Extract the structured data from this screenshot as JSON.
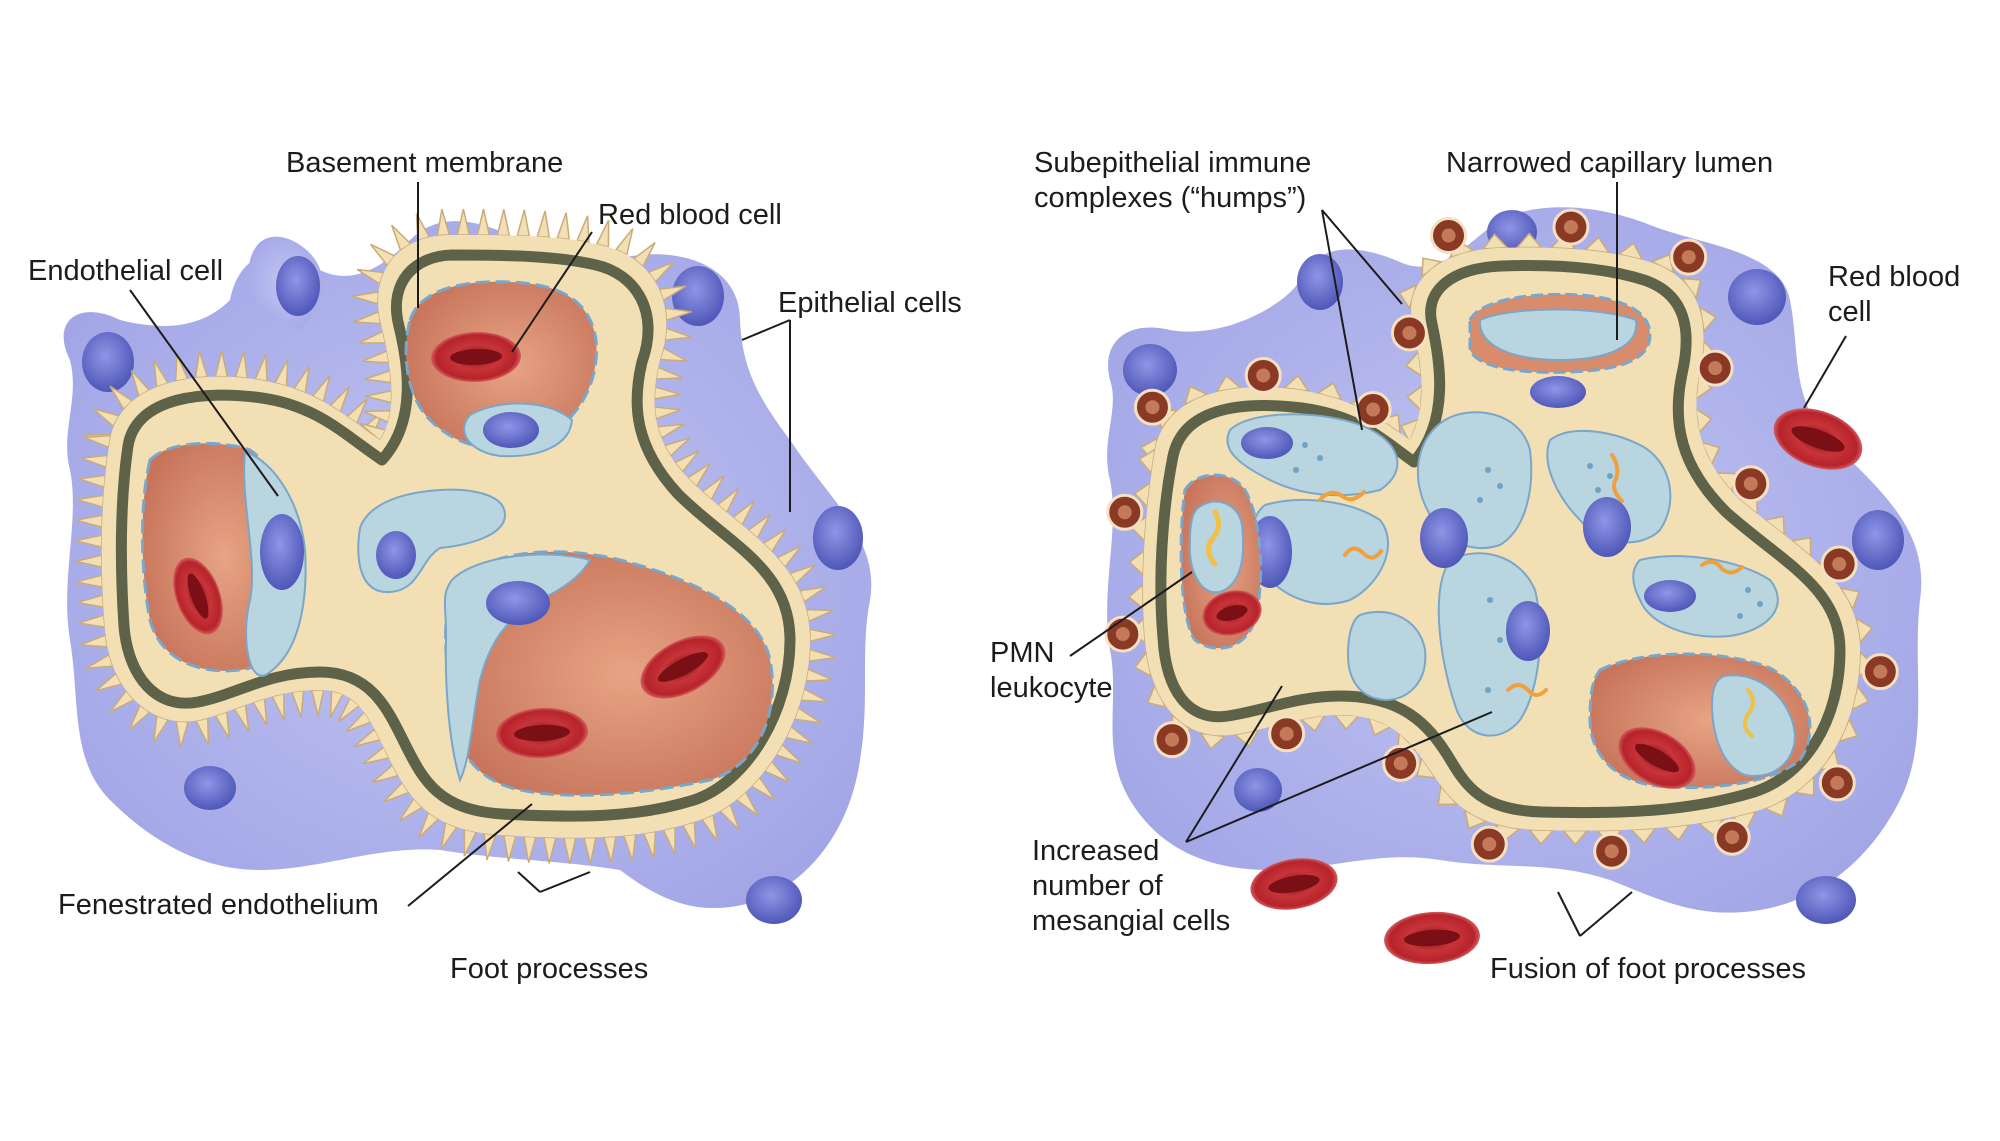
{
  "left_panel": {
    "labels": {
      "basement_membrane": "Basement membrane",
      "red_blood_cell": "Red blood cell",
      "endothelial_cell": "Endothelial cell",
      "epithelial_cells": "Epithelial cells",
      "fenestrated_endothelium": "Fenestrated endothelium",
      "foot_processes": "Foot processes"
    }
  },
  "right_panel": {
    "labels": {
      "subepithelial_line1": "Subepithelial immune",
      "subepithelial_line2": "complexes (“humps”)",
      "narrowed_lumen": "Narrowed capillary lumen",
      "rbc_line1": "Red blood",
      "rbc_line2": "cell",
      "pmn_line1": "PMN",
      "pmn_line2": "leukocyte",
      "mesangial_line1": "Increased",
      "mesangial_line2": "number of",
      "mesangial_line3": "mesangial cells",
      "fusion": "Fusion of foot processes"
    }
  },
  "colors": {
    "epithelium": "#aeb2ea",
    "nucleus": "#6a72cf",
    "basement_membrane": "#5e6248",
    "matrix": "#f3dfb4",
    "lumen": "#d98c6c",
    "endothelium": "#b9d5e0",
    "red_cell": "#b2262a",
    "hump": "#8a3a24"
  }
}
